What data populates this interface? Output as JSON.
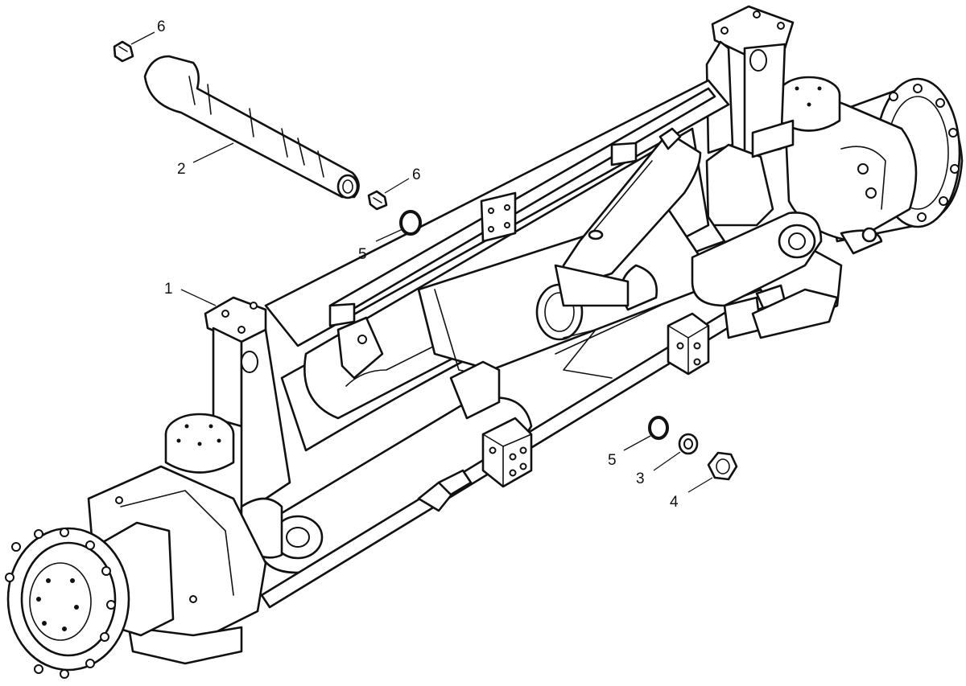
{
  "diagram": {
    "callouts": [
      {
        "id": "c1",
        "label": "1"
      },
      {
        "id": "c2",
        "label": "2"
      },
      {
        "id": "c3",
        "label": "3"
      },
      {
        "id": "c4",
        "label": "4"
      },
      {
        "id": "c5a",
        "label": "5"
      },
      {
        "id": "c5b",
        "label": "5"
      },
      {
        "id": "c6a",
        "label": "6"
      },
      {
        "id": "c6b",
        "label": "6"
      }
    ]
  },
  "colors": {
    "line": "#111111",
    "background": "#ffffff"
  }
}
